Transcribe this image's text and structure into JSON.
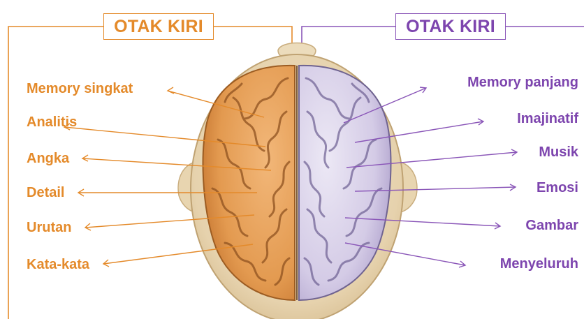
{
  "diagram": {
    "left_title": "OTAK KIRI",
    "right_title": "OTAK KIRI",
    "left_labels": [
      "Memory singkat",
      "Analitis",
      "Angka",
      "Detail",
      "Urutan",
      "Kata-kata"
    ],
    "right_labels": [
      "Memory panjang",
      "Imajinatif",
      "Musik",
      "Emosi",
      "Gambar",
      "Menyeluruh"
    ],
    "colors": {
      "left_accent": "#e48a2a",
      "right_accent": "#7d45ae",
      "left_hemisphere": "#e9a05a",
      "right_hemisphere": "#d9d2ea",
      "head": "#ead9b8"
    }
  }
}
